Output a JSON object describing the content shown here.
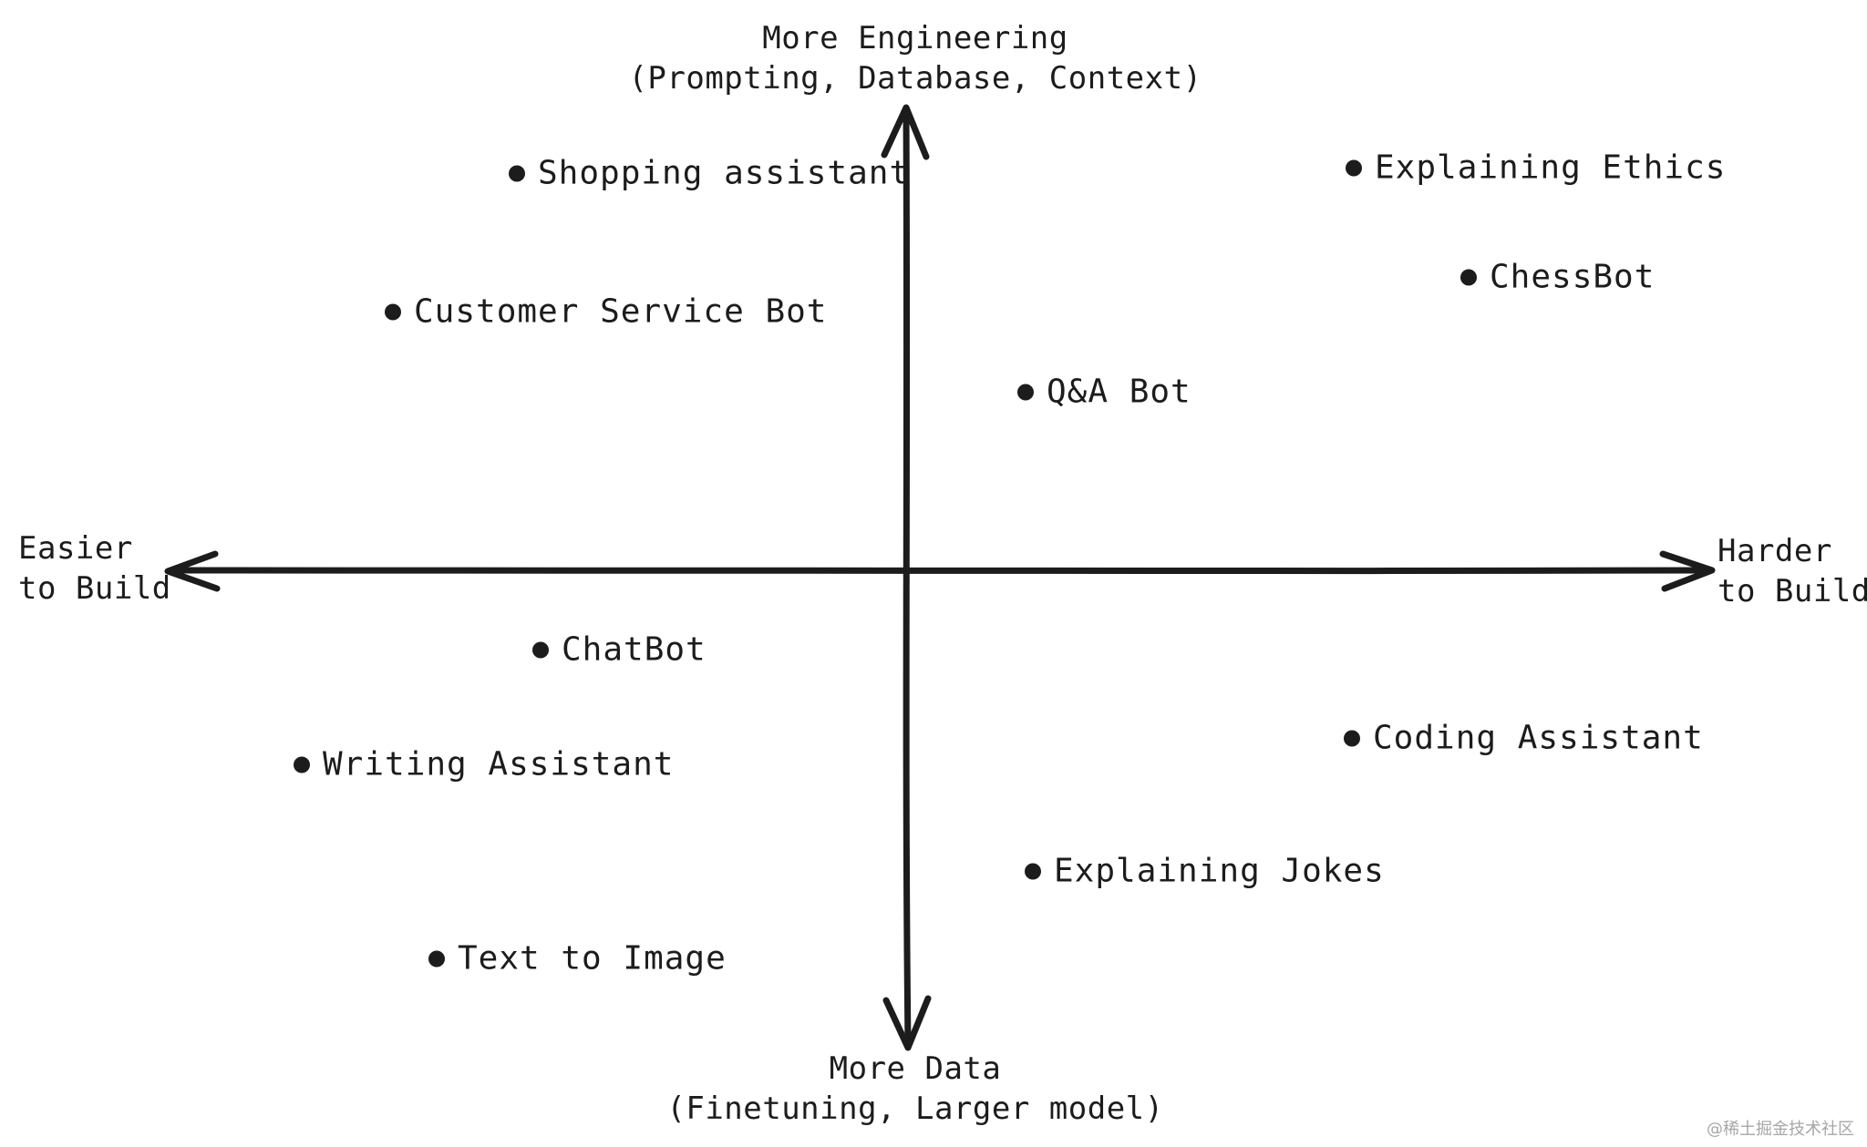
{
  "axes": {
    "top": {
      "line1": "More Engineering",
      "line2": "(Prompting, Database, Context)"
    },
    "bottom": {
      "line1": "More Data",
      "line2": "(Finetuning, Larger model)"
    },
    "left": {
      "line1": "Easier",
      "line2": "to Build"
    },
    "right": {
      "line1": "Harder",
      "line2": "to Build"
    }
  },
  "items": {
    "shopping_assistant": "Shopping assistant",
    "customer_service_bot": "Customer Service Bot",
    "qa_bot": "Q&A Bot",
    "explaining_ethics": "Explaining Ethics",
    "chessbot": "ChessBot",
    "chatbot": "ChatBot",
    "writing_assistant": "Writing Assistant",
    "text_to_image": "Text to Image",
    "explaining_jokes": "Explaining Jokes",
    "coding_assistant": "Coding Assistant"
  },
  "watermark": "@稀土掘金技术社区",
  "colors": {
    "ink": "#1c1c1c",
    "background": "#ffffff",
    "watermark": "#a6a6a6"
  }
}
